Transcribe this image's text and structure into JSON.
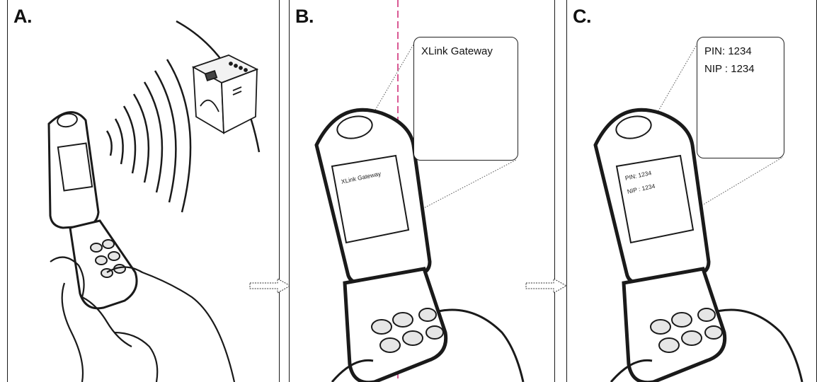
{
  "panels": [
    {
      "label": "A."
    },
    {
      "label": "B.",
      "callout": "XLink Gateway",
      "screen_text": "XLink Gateway"
    },
    {
      "label": "C.",
      "callout_lines": [
        "PIN: 1234",
        "NIP : 1234"
      ],
      "screen_lines": [
        "PIN: 1234",
        "NIP : 1234"
      ]
    }
  ],
  "colors": {
    "line": "#1a1a1a",
    "guide": "#d0307a"
  },
  "icons": [
    "gateway-device-icon",
    "flip-phone-icon",
    "hand-icon",
    "signal-waves-icon",
    "arrow-right-icon"
  ]
}
